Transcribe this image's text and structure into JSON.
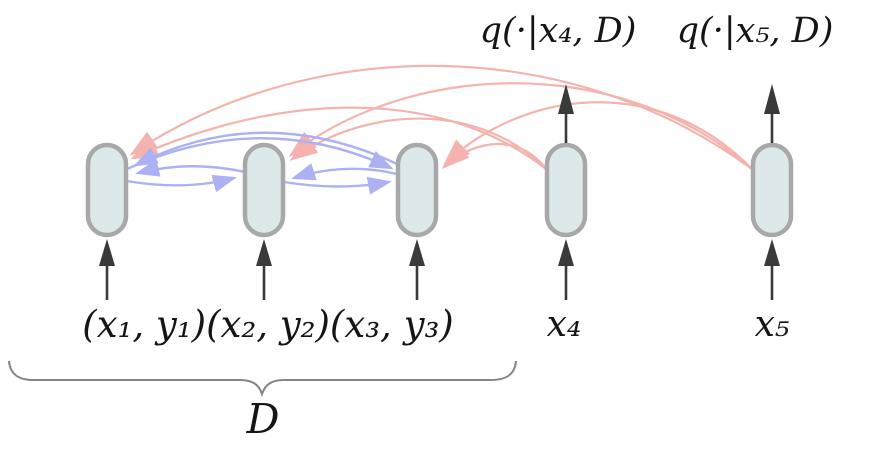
{
  "diagram": {
    "labels": {
      "output_q4": "q(·|x₄, D)",
      "output_q5": "q(·|x₅, D)",
      "dataset_pairs": "(x₁, y₁)(x₂, y₂)(x₃, y₃)",
      "input_x4": "x₄",
      "input_x5": "x₅",
      "dataset_name": "D"
    },
    "colors": {
      "node_fill": "#dde8ea",
      "node_border": "#a8a8a8",
      "blue_attention": "#abb1f3",
      "pink_attention": "#f4b3ae",
      "io_arrow": "#3a3a3a",
      "brace": "#848484"
    },
    "nodes": [
      "token-1",
      "token-2",
      "token-3",
      "token-4",
      "token-5"
    ],
    "attention": {
      "blue_bidirectional_pairs": [
        [
          1,
          2
        ],
        [
          2,
          3
        ],
        [
          1,
          3
        ]
      ],
      "pink_query_to_context": [
        [
          4,
          1
        ],
        [
          4,
          2
        ],
        [
          4,
          3
        ],
        [
          5,
          1
        ],
        [
          5,
          2
        ],
        [
          5,
          3
        ]
      ]
    }
  }
}
